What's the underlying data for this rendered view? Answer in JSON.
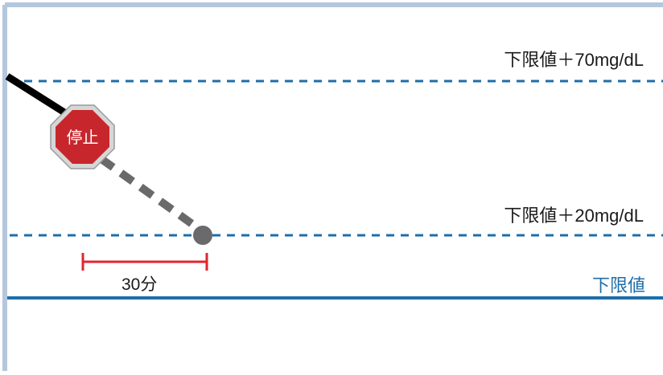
{
  "labels": {
    "upper_line": "下限値＋70mg/dL",
    "middle_line": "下限値＋20mg/dL",
    "baseline": "下限値",
    "interval": "30分",
    "stop_sign": "停止"
  },
  "colors": {
    "frame": "#b4c7dd",
    "dashed_line": "#1f6ea8",
    "baseline": "#1f6ea8",
    "trend_line": "#000000",
    "projected_line": "#6a6a6c",
    "stop_sign": "#c8262d",
    "interval_marker": "#e0262f"
  },
  "icons": {
    "stop_sign": "stop-sign-icon",
    "end_point": "filled-circle-marker"
  }
}
